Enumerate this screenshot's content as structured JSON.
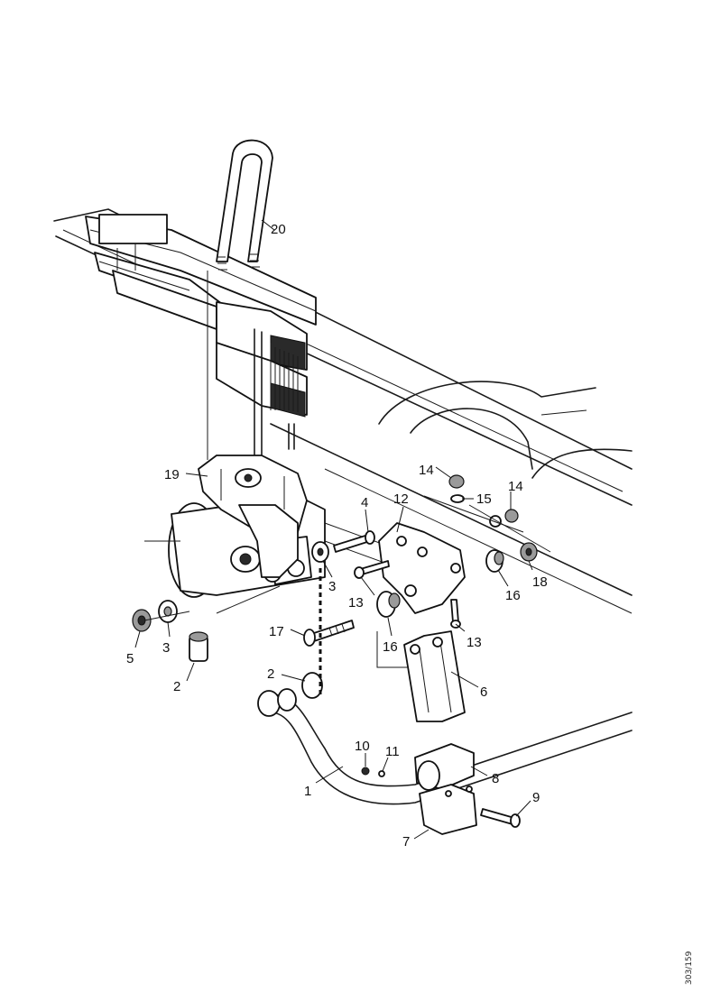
{
  "callouts": [
    {
      "id": "c1",
      "label": "1"
    },
    {
      "id": "c2a",
      "label": "2"
    },
    {
      "id": "c2b",
      "label": "2"
    },
    {
      "id": "c3a",
      "label": "3"
    },
    {
      "id": "c3b",
      "label": "3"
    },
    {
      "id": "c4",
      "label": "4"
    },
    {
      "id": "c5",
      "label": "5"
    },
    {
      "id": "c6",
      "label": "6"
    },
    {
      "id": "c7",
      "label": "7"
    },
    {
      "id": "c8",
      "label": "8"
    },
    {
      "id": "c9",
      "label": "9"
    },
    {
      "id": "c10",
      "label": "10"
    },
    {
      "id": "c11",
      "label": "11"
    },
    {
      "id": "c12",
      "label": "12"
    },
    {
      "id": "c13a",
      "label": "13"
    },
    {
      "id": "c13b",
      "label": "13"
    },
    {
      "id": "c14a",
      "label": "14"
    },
    {
      "id": "c14b",
      "label": "14"
    },
    {
      "id": "c15",
      "label": "15"
    },
    {
      "id": "c16a",
      "label": "16"
    },
    {
      "id": "c16b",
      "label": "16"
    },
    {
      "id": "c17",
      "label": "17"
    },
    {
      "id": "c18",
      "label": "18"
    },
    {
      "id": "c19",
      "label": "19"
    },
    {
      "id": "c20",
      "label": "20"
    }
  ],
  "drawing_ref": "303/159"
}
